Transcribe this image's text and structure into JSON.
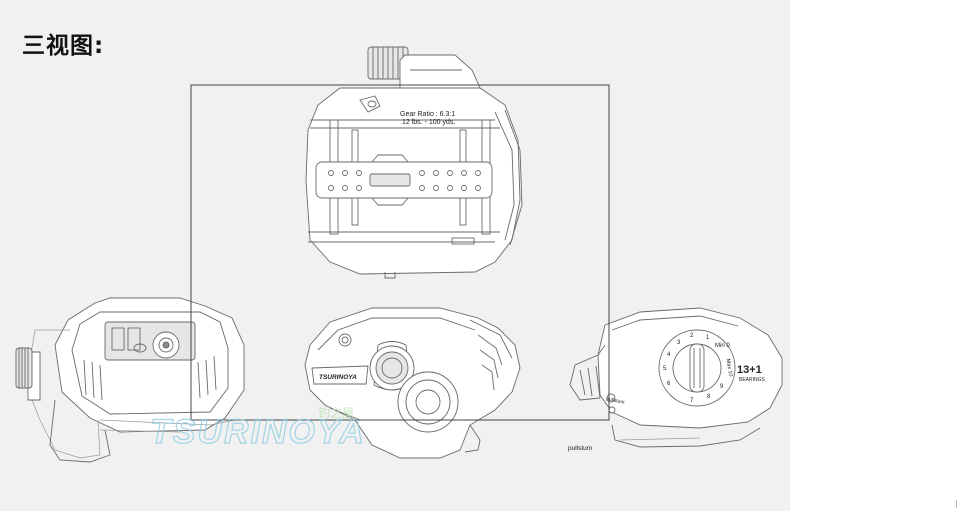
{
  "page": {
    "title": "三视图:"
  },
  "top_view": {
    "gear_ratio": "Gear Ratio : 6.3:1",
    "line_capacity": "12 lbs. - 100 yds."
  },
  "side_view": {
    "brand_badge": "TSURINOYA"
  },
  "right_view": {
    "bearings_count": "13+1",
    "bearings_label": "BEARINGS",
    "side_text": "pullstum",
    "dial_numbers": [
      "Min 0",
      "1",
      "2",
      "3",
      "4",
      "5",
      "6",
      "7",
      "8",
      "9",
      "Max 10"
    ]
  },
  "footer_text": "pullstum",
  "watermark": {
    "text": "TSURINOYA",
    "chinese": "钓之屋"
  },
  "colors": {
    "background": "#f1f1f1",
    "line": "#6a6a6a",
    "watermark": "#9ed6e8"
  }
}
